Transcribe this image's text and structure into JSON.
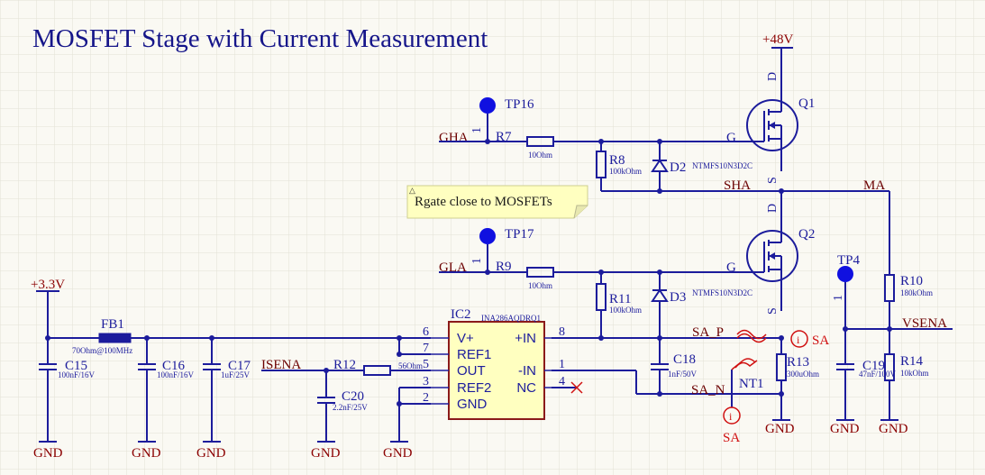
{
  "title": "MOSFET Stage with Current Measurement",
  "note": "Rgate close to MOSFETs",
  "power": {
    "v48": "+48V",
    "v33": "+3.3V",
    "gnd": "GND"
  },
  "nets": {
    "gha": "GHA",
    "gla": "GLA",
    "sha": "SHA",
    "ma": "MA",
    "sa_p": "SA_P",
    "sa_n": "SA_N",
    "vsena": "VSENA",
    "isena": "ISENA"
  },
  "testpoints": {
    "tp16": "TP16",
    "tp17": "TP17",
    "tp4": "TP4",
    "pin1": "1"
  },
  "resistors": {
    "r7": {
      "ref": "R7",
      "value": "10Ohm"
    },
    "r8": {
      "ref": "R8",
      "value": "100kOhm"
    },
    "r9": {
      "ref": "R9",
      "value": "10Ohm"
    },
    "r10": {
      "ref": "R10",
      "value": "180kOhm"
    },
    "r11": {
      "ref": "R11",
      "value": "100kOhm"
    },
    "r12": {
      "ref": "R12",
      "value": "56Ohm"
    },
    "r13": {
      "ref": "R13",
      "value": "300uOhm"
    },
    "r14": {
      "ref": "R14",
      "value": "10kOhm"
    }
  },
  "capacitors": {
    "c15": {
      "ref": "C15",
      "value": "100nF/16V"
    },
    "c16": {
      "ref": "C16",
      "value": "100nF/16V"
    },
    "c17": {
      "ref": "C17",
      "value": "1uF/25V"
    },
    "c18": {
      "ref": "C18",
      "value": "1nF/50V"
    },
    "c19": {
      "ref": "C19",
      "value": "47nF/100V"
    },
    "c20": {
      "ref": "C20",
      "value": "2.2nF/25V"
    }
  },
  "diodes": {
    "d2": {
      "ref": "D2",
      "value": "NTMFS10N3D2C"
    },
    "d3": {
      "ref": "D3",
      "value": "NTMFS10N3D2C"
    }
  },
  "mosfets": {
    "q1": {
      "ref": "Q1",
      "g": "G",
      "d": "D",
      "s": "S"
    },
    "q2": {
      "ref": "Q2",
      "g": "G",
      "d": "D",
      "s": "S"
    }
  },
  "ferrite": {
    "ref": "FB1",
    "value": "70Ohm@100MHz"
  },
  "ic2": {
    "ref": "IC2",
    "part": "INA286AQDRQ1",
    "pins_left": [
      {
        "num": "6",
        "name": "V+"
      },
      {
        "num": "7",
        "name": "REF1"
      },
      {
        "num": "5",
        "name": "OUT"
      },
      {
        "num": "3",
        "name": "REF2"
      },
      {
        "num": "2",
        "name": "GND"
      }
    ],
    "pins_right": [
      {
        "num": "8",
        "name": "+IN"
      },
      {
        "num": "1",
        "name": "-IN"
      },
      {
        "num": "4",
        "name": "NC"
      }
    ]
  },
  "nettie": {
    "ref": "NT1",
    "tag": "SA"
  }
}
